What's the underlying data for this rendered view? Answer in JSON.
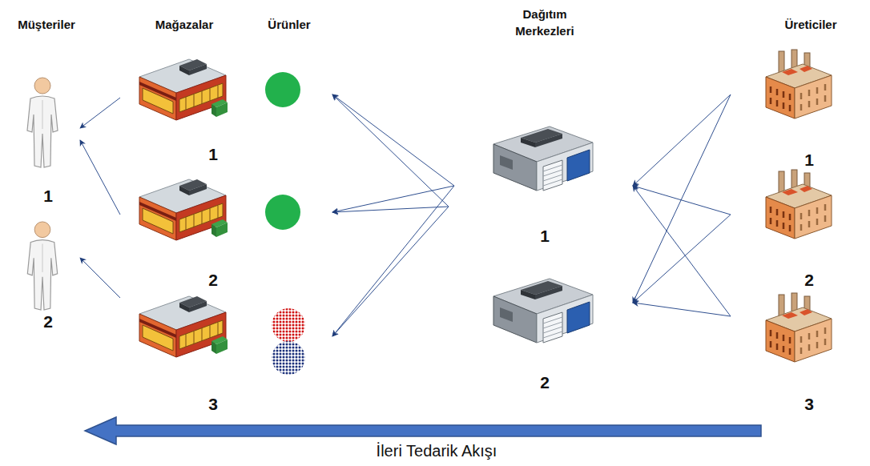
{
  "diagram": {
    "nodes": [
      {
        "text": [
          "1"
        ]
      },
      {
        "text": [
          "2"
        ]
      },
      {
        "text": [
          "1"
        ]
      },
      {
        "text": [
          "2"
        ]
      },
      {
        "text": [
          "3"
        ]
      },
      {
        "text": [
          "1"
        ]
      },
      {
        "text": [
          "2"
        ]
      },
      {
        "text": [
          "1"
        ]
      },
      {
        "text": [
          "2"
        ]
      },
      {
        "text": [
          "3"
        ]
      }
    ],
    "edges": [
      {
        "from": 2,
        "to": 0,
        "arrow": "to"
      },
      {
        "from": 3,
        "to": 0,
        "arrow": "to"
      },
      {
        "from": 4,
        "to": 1,
        "arrow": "to"
      },
      {
        "from": 7,
        "to": 5,
        "arrow": "to"
      },
      {
        "from": 7,
        "to": 6,
        "arrow": "to"
      },
      {
        "from": 8,
        "to": 5,
        "arrow": "to"
      },
      {
        "from": 8,
        "to": 6,
        "arrow": "to"
      },
      {
        "from": 9,
        "to": 5,
        "arrow": "to"
      },
      {
        "from": 9,
        "to": 6,
        "arrow": "to"
      }
    ],
    "labels": [
      "Müşteriler",
      "Mağazalar",
      "Ürünler",
      "Dağıtım Merkezleri",
      "Üreticiler",
      "İleri Tedarik Akışı"
    ]
  }
}
